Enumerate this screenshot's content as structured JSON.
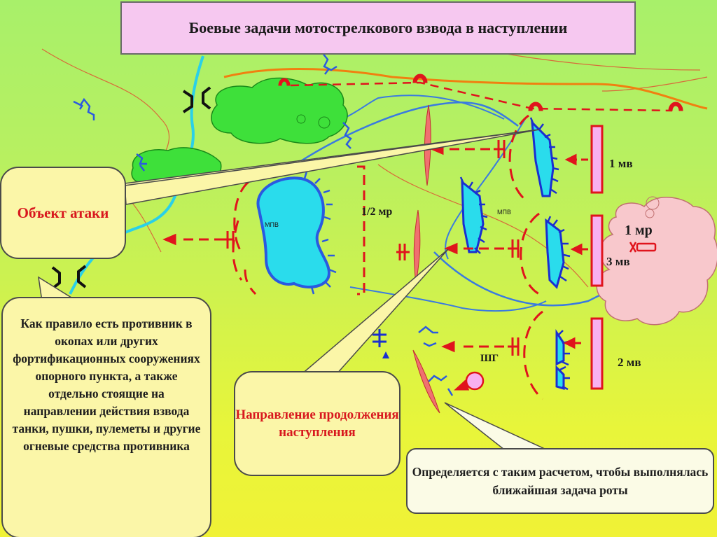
{
  "title": "Боевые задачи мотострелкового взвода в наступлении",
  "callouts": {
    "attack_object": "Объект атаки",
    "enemy_note": "Как правило есть противник в окопах или других фортификационных сооружениях опорного пункта, а также отдельно стоящие на направлении действия взвода танки, пушки, пулеметы и другие огневые средства противника",
    "continuation": "Направление продолжения наступления",
    "company_task": "Определяется с таким расчетом, чтобы выполнялась ближайшая задача роты"
  },
  "labels": {
    "platoon1": "1 мв",
    "platoon3": "3 мв",
    "platoon2": "2 мв",
    "company1": "1 мр",
    "half_company": "1/2 мр",
    "shg": "ШГ",
    "mpv_left": "МПВ",
    "mpv_right": "МПВ"
  },
  "colors": {
    "title_bg": "#f6c8f0",
    "callout_bg": "#fbf6a8",
    "enemy_red": "#e0141c",
    "own_blue": "#1a2fd0",
    "river": "#2ad0e8",
    "forest": "#3ee03a",
    "cloud": "#f8c8cc"
  }
}
